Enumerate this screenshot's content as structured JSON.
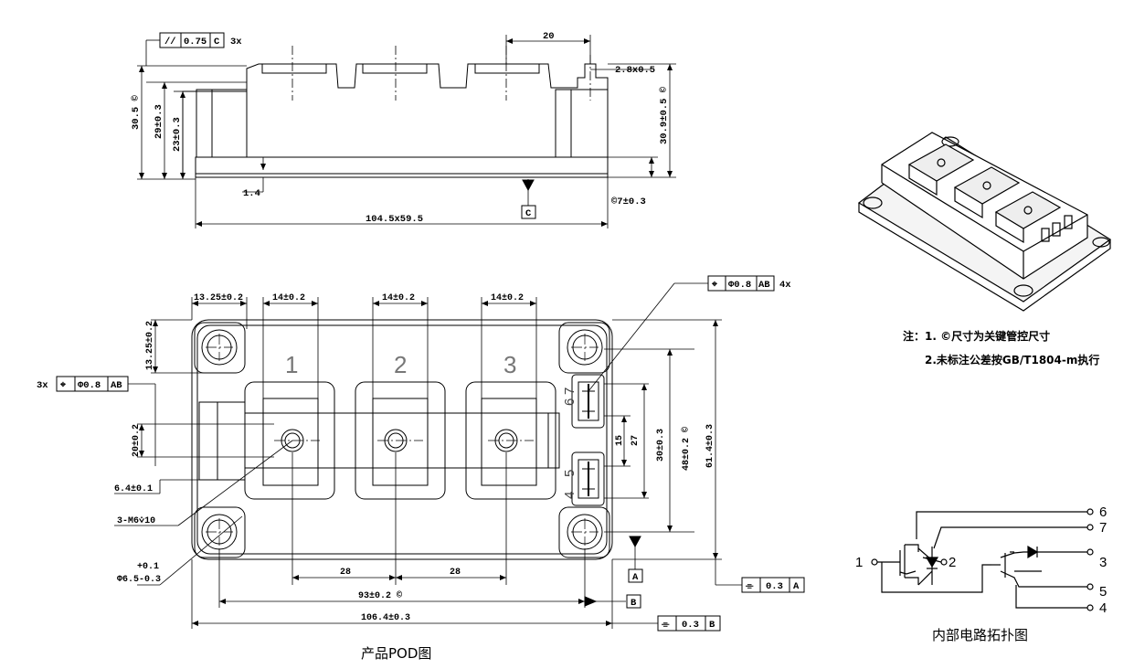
{
  "side_view": {
    "tol_parallel": "//",
    "tol_parallel_value": "0.75",
    "tol_parallel_ref": "C",
    "tol_parallel_count": "3x",
    "dim_20": "20",
    "dim_2_8x0_5": "2.8x0.5",
    "dim_30_5": "30.5 ©",
    "dim_29": "29±0.3",
    "dim_23": "23±0.3",
    "dim_30_9": "30.9±0.5 ©",
    "dim_1_4": "1.4",
    "dim_7": "©7±0.3",
    "dim_104_5": "104.5x59.5",
    "datum_c": "C"
  },
  "top_view": {
    "dim_13_25_h": "13.25±0.2",
    "dim_14_a": "14±0.2",
    "dim_14_b": "14±0.2",
    "dim_14_c": "14±0.2",
    "tol_pos_sym": "⌖",
    "tol_pos_value": "Φ0.8",
    "tol_pos_ref": "AB",
    "tol_pos_count": "4x",
    "tol_pos3_count": "3x",
    "tol_pos3_value": "Φ0.8",
    "tol_pos3_ref": "AB",
    "dim_13_25_v": "13.25±0.2",
    "dim_20": "20±0.2",
    "dim_6_4": "6.4±0.1",
    "dim_m6": "3-M6⩒10",
    "dim_6_5_plus": "+0.1",
    "dim_6_5": "Φ6.5-0.3",
    "dim_15": "15",
    "dim_27": "27",
    "dim_30": "30±0.3",
    "dim_48": "48±0.2 ©",
    "dim_61_4": "61.4±0.3",
    "dim_28_a": "28",
    "dim_28_b": "28",
    "dim_93": "93±0.2 ©",
    "dim_106_4": "106.4±0.3",
    "datum_a": "A",
    "datum_b": "B",
    "tol_sym_sym": "⌯",
    "tol_sym_a_value": "0.3",
    "tol_sym_a_ref": "A",
    "tol_sym_b_value": "0.3",
    "tol_sym_b_ref": "B",
    "terminal_1": "1",
    "terminal_2": "2",
    "terminal_3": "3",
    "pin_7": "7",
    "pin_6": "6",
    "pin_5": "5",
    "pin_4": "4",
    "caption": "产品POD图"
  },
  "notes": {
    "line1": "注：1. ©尺寸为关键管控尺寸",
    "line2": "2.未标注公差按GB/T1804-m执行"
  },
  "circuit": {
    "pin1": "1",
    "pin2": "2",
    "pin3": "3",
    "pin4": "4",
    "pin5": "5",
    "pin6": "6",
    "pin7": "7",
    "caption": "内部电路拓扑图"
  }
}
